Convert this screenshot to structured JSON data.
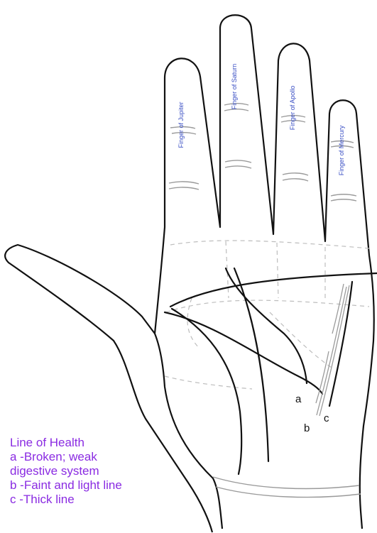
{
  "colors": {
    "outline": "#111111",
    "crease": "#9a9a9a",
    "mount": "#bdbdbd",
    "finger_label": "#3a4fc4",
    "caption": "#8a2be2",
    "marker": "#111111"
  },
  "fingers": {
    "jupiter": "Finger of Jupiter",
    "saturn": "Finger of Saturn",
    "apollo": "Finger of Apollo",
    "mercury": "Finger of Mercury"
  },
  "markers": {
    "a": "a",
    "b": "b",
    "c": "c"
  },
  "caption": {
    "title": "Line of Health",
    "line_a_1": "a -Broken; weak",
    "line_a_2": "digestive system",
    "line_b": "b -Faint and light line",
    "line_c": "c -Thick line"
  }
}
